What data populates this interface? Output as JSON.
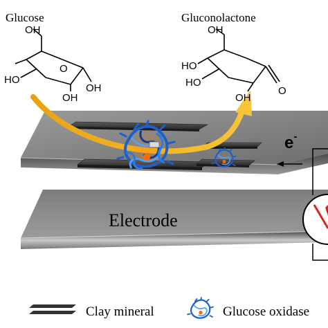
{
  "labels": {
    "reactant": "Glucose",
    "product": "Gluconolactone",
    "electrode": "Electrode",
    "electron": "e",
    "electron_charge": "-"
  },
  "legend": {
    "clay": "Clay mineral",
    "enzyme": "Glucose oxidase"
  },
  "molecules": {
    "glucose_atoms": {
      "oh_top": "OH",
      "o_left": "O",
      "ho_left": "HO",
      "oh_bottom": "OH",
      "oh_right": "OH"
    },
    "lactone_atoms": {
      "oh_top": "OH",
      "ho_upper": "HO",
      "ho_lower": "HO",
      "oh_bottom": "OH",
      "carbonyl_o": "O"
    }
  },
  "colors": {
    "arrow": "#f2b01c",
    "electrode_top": "#8a8a8a",
    "electrode_face": "#5c5c5c",
    "enzyme_blue": "#1e5fc8",
    "enzyme_center": "#ff6a00",
    "meter_needle": "#d9261c"
  },
  "icons": [
    "glucose-ring-icon",
    "gluconolactone-ring-icon",
    "reaction-arrow-icon",
    "enzyme-icon",
    "clay-sheet-icon",
    "ammeter-icon"
  ]
}
